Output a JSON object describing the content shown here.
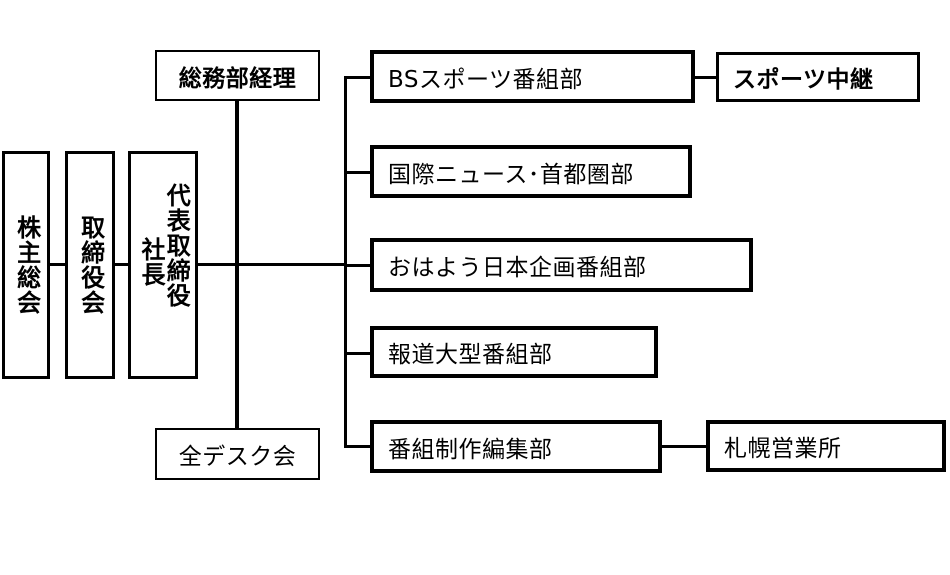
{
  "diagram": {
    "type": "org-chart",
    "nodes": {
      "shareholders_meeting": "株主総会",
      "board_of_directors": "取締役会",
      "president_title_main": "代表取締役",
      "president_title_sub": "社長",
      "general_affairs": "総務部経理",
      "all_desk_meeting": "全デスク会",
      "departments": [
        {
          "label": "BSスポーツ番組部",
          "children": [
            "スポーツ中継"
          ]
        },
        {
          "label": "国際ニュース･首都圏部",
          "children": []
        },
        {
          "label": "おはよう日本企画番組部",
          "children": []
        },
        {
          "label": "報道大型番組部",
          "children": []
        },
        {
          "label": "番組制作編集部",
          "children": [
            "札幌営業所"
          ]
        }
      ]
    }
  }
}
